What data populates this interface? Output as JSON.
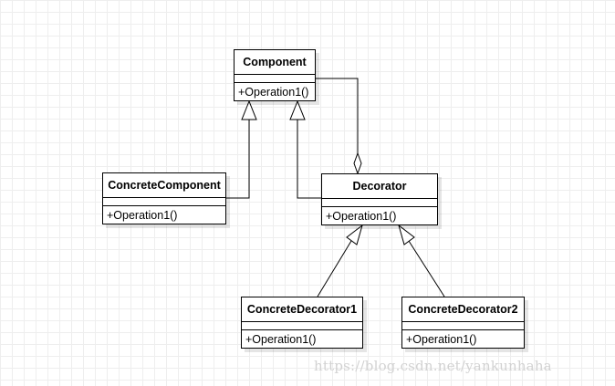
{
  "classes": {
    "component": {
      "name": "Component",
      "operation": "+Operation1()"
    },
    "concrete_component": {
      "name": "ConcreteComponent",
      "operation": "+Operation1()"
    },
    "decorator": {
      "name": "Decorator",
      "operation": "+Operation1()"
    },
    "concrete_decorator1": {
      "name": "ConcreteDecorator1",
      "operation": "+Operation1()"
    },
    "concrete_decorator2": {
      "name": "ConcreteDecorator2",
      "operation": "+Operation1()"
    }
  },
  "relations": [
    {
      "type": "generalization",
      "from": "ConcreteComponent",
      "to": "Component"
    },
    {
      "type": "generalization",
      "from": "Decorator",
      "to": "Component"
    },
    {
      "type": "aggregation",
      "from": "Decorator",
      "to": "Component"
    },
    {
      "type": "generalization",
      "from": "ConcreteDecorator1",
      "to": "Decorator"
    },
    {
      "type": "generalization",
      "from": "ConcreteDecorator2",
      "to": "Decorator"
    }
  ],
  "watermark": "https://blog.csdn.net/yankunhaha"
}
